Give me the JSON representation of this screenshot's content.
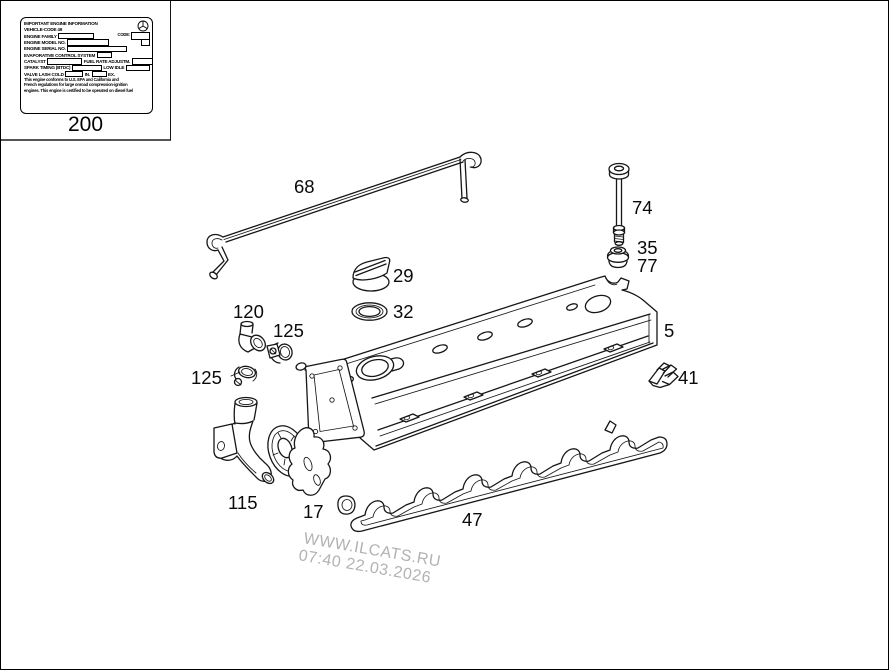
{
  "info_box": {
    "part_number": "200",
    "sticker": {
      "header": "IMPORTANT ENGINE INFORMATION",
      "rows": [
        "VEHICLE-CODE 49",
        "ENGINE FAMILY",
        "ENGINE MODEL NO.",
        "ENGINE SERIAL NO.",
        "EVAPORATIVE CONTROL SYSTEM",
        "CATALYST",
        "FUEL RATE ADJUSTM.",
        "SPARK TIMING (BTDC)",
        "LOW IDLE",
        "VALVE LASH COLD",
        "IN.",
        "EX."
      ],
      "code_label": "CODE:",
      "footer_lines": [
        "This engine conforms to U.S. EPA and California and",
        "French regulations for large onroad compression-ignition",
        "engines. This engine is certified to be operated on diesel fuel"
      ]
    }
  },
  "watermark": {
    "line1": "WWW.ILCATS.RU",
    "line2": "07:40 22.03.2026"
  },
  "part_labels": {
    "p68": "68",
    "p74": "74",
    "p35": "35",
    "p77": "77",
    "p29": "29",
    "p32": "32",
    "p5": "5",
    "p41": "41",
    "p120": "120",
    "p125a": "125",
    "p125b": "125",
    "p115": "115",
    "p17": "17",
    "p47": "47"
  }
}
